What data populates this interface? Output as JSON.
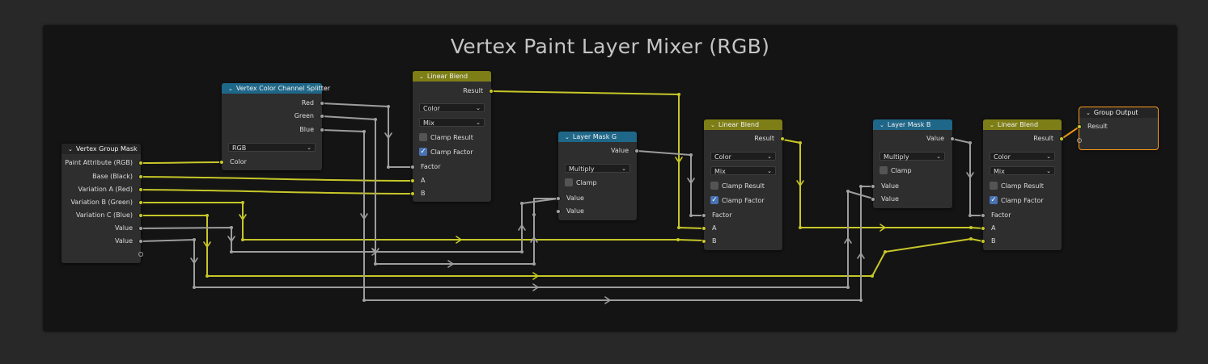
{
  "frame": {
    "title": "Vertex Paint Layer Mixer (RGB)"
  },
  "colors": {
    "color_socket": "#c7c729",
    "float_socket": "#a1a1a1",
    "header_blue": "#1f6788",
    "header_olive": "#7e7e17",
    "header_dark": "#242424",
    "selection": "#ff9a1d",
    "checkbox_on": "#4772b3"
  },
  "nodes": {
    "group_mask": {
      "title": "Vertex Group Mask",
      "outputs": [
        "Paint Attribute (RGB)",
        "Base (Black)",
        "Variation A (Red)",
        "Variation B (Green)",
        "Variation C (Blue)",
        "Value",
        "Value"
      ]
    },
    "splitter": {
      "title": "Vertex Color Channel Splitter",
      "outputs": [
        "Red",
        "Green",
        "Blue"
      ],
      "mode": "RGB",
      "input": "Color"
    },
    "blend1": {
      "title": "Linear Blend",
      "output": "Result",
      "type": "Color",
      "mode": "Mix",
      "clamp_result": "Clamp Result",
      "clamp_factor": "Clamp Factor",
      "inputs": [
        "Factor",
        "A",
        "B"
      ]
    },
    "mask_g": {
      "title": "Layer Mask G",
      "output": "Value",
      "operation": "Multiply",
      "clamp": "Clamp",
      "inputs": [
        "Value",
        "Value"
      ]
    },
    "blend2": {
      "title": "Linear Blend",
      "output": "Result",
      "type": "Color",
      "mode": "Mix",
      "clamp_result": "Clamp Result",
      "clamp_factor": "Clamp Factor",
      "inputs": [
        "Factor",
        "A",
        "B"
      ]
    },
    "mask_b": {
      "title": "Layer Mask B",
      "output": "Value",
      "operation": "Multiply",
      "clamp": "Clamp",
      "inputs": [
        "Value",
        "Value"
      ]
    },
    "blend3": {
      "title": "Linear Blend",
      "output": "Result",
      "type": "Color",
      "mode": "Mix",
      "clamp_result": "Clamp Result",
      "clamp_factor": "Clamp Factor",
      "inputs": [
        "Factor",
        "A",
        "B"
      ]
    },
    "group_output": {
      "title": "Group Output",
      "input": "Result"
    }
  },
  "icons": {
    "collapse": "chevron-down-icon",
    "checkbox_checked": "checkmark-icon",
    "dropdown": "dropdown-arrow-icon"
  }
}
